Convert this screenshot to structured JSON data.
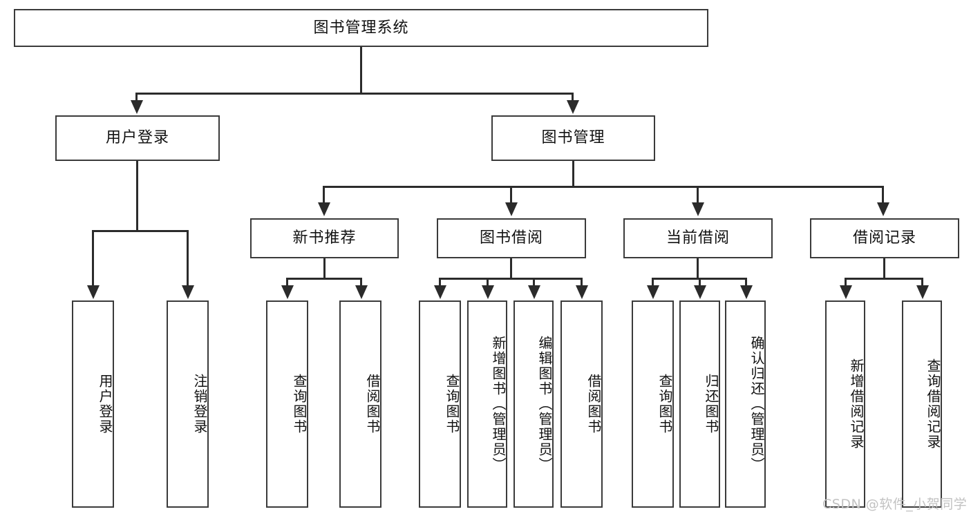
{
  "diagram": {
    "type": "tree-hierarchy-chart",
    "title": "图书管理系统",
    "root": {
      "label": "图书管理系统"
    },
    "level2": [
      {
        "label": "用户登录"
      },
      {
        "label": "图书管理"
      }
    ],
    "level3": [
      {
        "label": "新书推荐"
      },
      {
        "label": "图书借阅"
      },
      {
        "label": "当前借阅"
      },
      {
        "label": "借阅记录"
      }
    ],
    "leaves": {
      "user_login": [
        {
          "label": "用户登录"
        },
        {
          "label": "注销登录"
        }
      ],
      "new_book_recommend": [
        {
          "label": "查询图书"
        },
        {
          "label": "借阅图书"
        }
      ],
      "book_borrow": [
        {
          "label": "查询图书"
        },
        {
          "label": "新增图书（管理员）"
        },
        {
          "label": "编辑图书（管理员）"
        },
        {
          "label": "借阅图书"
        }
      ],
      "current_borrow": [
        {
          "label": "查询图书"
        },
        {
          "label": "归还图书"
        },
        {
          "label": "确认归还（管理员）"
        }
      ],
      "borrow_record": [
        {
          "label": "新增借阅记录"
        },
        {
          "label": "查询借阅记录"
        }
      ]
    }
  },
  "watermark": {
    "text": "CSDN @软件_小贺同学"
  },
  "colors": {
    "box_border": "#3a3a3a",
    "line": "#2b2b2b",
    "background": "#ffffff",
    "text": "#111111",
    "watermark": "#c2c2c2"
  }
}
